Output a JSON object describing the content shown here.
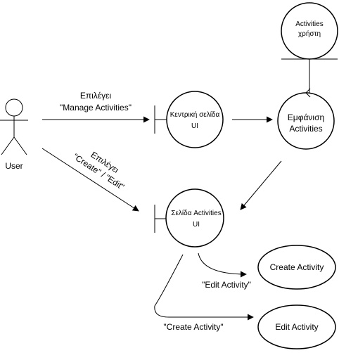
{
  "actor": {
    "name": "User"
  },
  "nodes": {
    "entity": {
      "line1": "Activities",
      "line2": "χρήστη"
    },
    "main_boundary": {
      "line1": "Κεντρική σελίδα",
      "line2": "UI"
    },
    "control_display": {
      "line1": "Εμφάνιση",
      "line2": "Activities"
    },
    "activities_boundary": {
      "line1": "Σελίδα Activities",
      "line2": "UI"
    },
    "create_activity": {
      "label": "Create Activity"
    },
    "edit_activity": {
      "label": "Edit Activity"
    }
  },
  "edges": {
    "select_manage": {
      "line1": "Επιλέγει",
      "line2": "\"Manage Activities\""
    },
    "select_create_edit": {
      "line1": "Επιλέγει",
      "line2": "\"Create\" / \"Edit\""
    },
    "edit_activity": {
      "label": "\"Edit Activity\""
    },
    "create_activity": {
      "label": "\"Create Activity\""
    }
  }
}
